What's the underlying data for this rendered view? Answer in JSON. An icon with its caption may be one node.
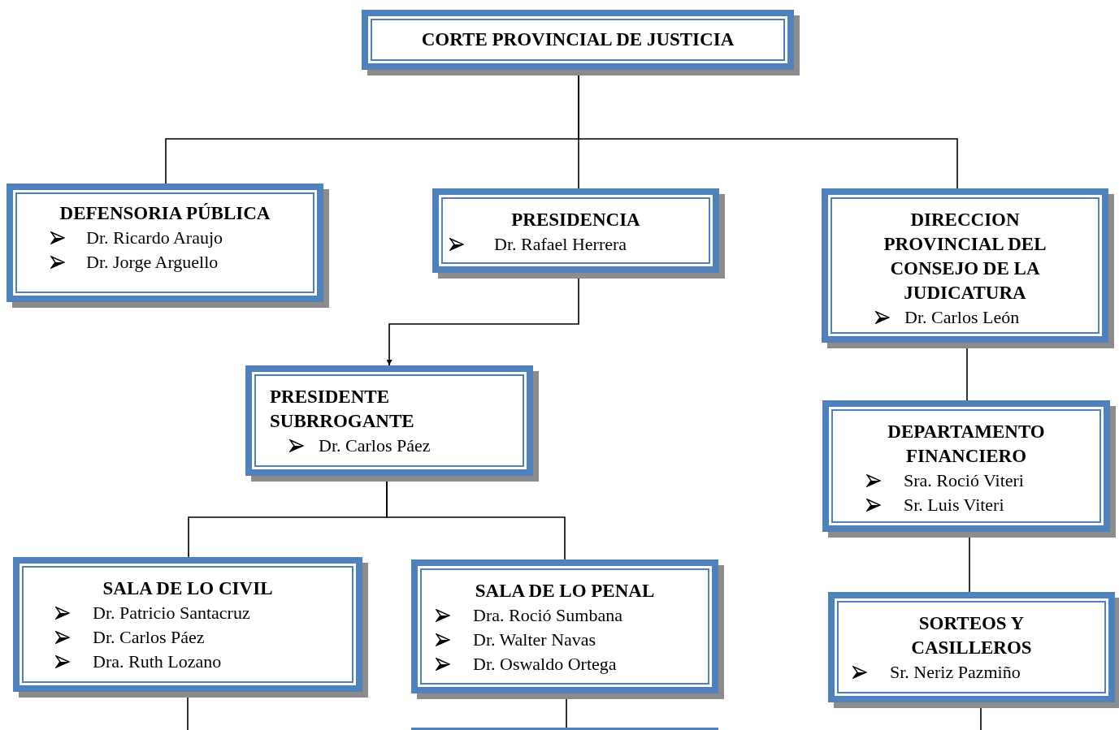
{
  "diagram": {
    "nodes": [
      {
        "text": [
          "CORTE PROVINCIAL DE JUSTICIA"
        ]
      },
      {
        "text": [
          "DEFENSORIA PÚBLICA",
          "Dr. Ricardo Araujo",
          "Dr. Jorge Arguello"
        ]
      },
      {
        "text": [
          "PRESIDENCIA",
          "Dr. Rafael Herrera"
        ]
      },
      {
        "text": [
          "DIRECCION PROVINCIAL DEL CONSEJO DE LA JUDICATURA",
          "Dr. Carlos León"
        ]
      },
      {
        "text": [
          "PRESIDENTE SUBRROGANTE",
          "Dr. Carlos Páez"
        ]
      },
      {
        "text": [
          "DEPARTAMENTO FINANCIERO",
          "Sra. Roció Viteri",
          "Sr. Luis Viteri"
        ]
      },
      {
        "text": [
          "SALA DE LO CIVIL",
          "Dr. Patricio Santacruz",
          "Dr. Carlos Páez",
          "Dra. Ruth Lozano"
        ]
      },
      {
        "text": [
          "SALA DE LO PENAL",
          "Dra. Roció Sumbana",
          "Dr. Walter Navas",
          "Dr. Oswaldo Ortega"
        ]
      },
      {
        "text": [
          "SORTEOS Y CASILLEROS",
          "Sr. Neriz Pazmiño"
        ]
      },
      {
        "text": [],
        "shape": "box"
      }
    ],
    "edges": [
      {
        "from": 0,
        "to": 1,
        "arrow": "none"
      },
      {
        "from": 0,
        "to": 2,
        "arrow": "none"
      },
      {
        "from": 0,
        "to": 3,
        "arrow": "none"
      },
      {
        "from": 2,
        "to": 4,
        "arrow": "to"
      },
      {
        "from": 3,
        "to": 5,
        "arrow": "none"
      },
      {
        "from": 4,
        "to": 6,
        "arrow": "none"
      },
      {
        "from": 4,
        "to": 7,
        "arrow": "none"
      },
      {
        "from": 5,
        "to": 8,
        "arrow": "none"
      },
      {
        "from": 6,
        "to": null,
        "arrow": "none"
      },
      {
        "from": 7,
        "to": 9,
        "arrow": "none"
      },
      {
        "from": 8,
        "to": null,
        "arrow": "none"
      }
    ]
  }
}
